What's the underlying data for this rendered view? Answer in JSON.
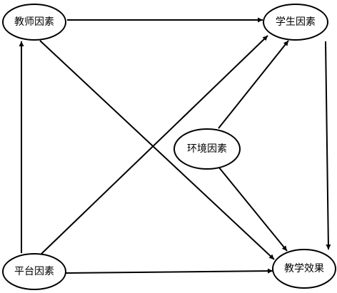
{
  "nodes": {
    "teacher": {
      "label": "教师因素"
    },
    "student": {
      "label": "学生因素"
    },
    "environment": {
      "label": "环境因素"
    },
    "platform": {
      "label": "平台因素"
    },
    "effect": {
      "label": "教学效果"
    }
  },
  "edges": [
    {
      "from": "teacher",
      "to": "student"
    },
    {
      "from": "teacher",
      "to": "effect"
    },
    {
      "from": "platform",
      "to": "teacher"
    },
    {
      "from": "platform",
      "to": "student"
    },
    {
      "from": "platform",
      "to": "effect"
    },
    {
      "from": "environment",
      "to": "student"
    },
    {
      "from": "environment",
      "to": "effect"
    },
    {
      "from": "student",
      "to": "effect"
    }
  ]
}
